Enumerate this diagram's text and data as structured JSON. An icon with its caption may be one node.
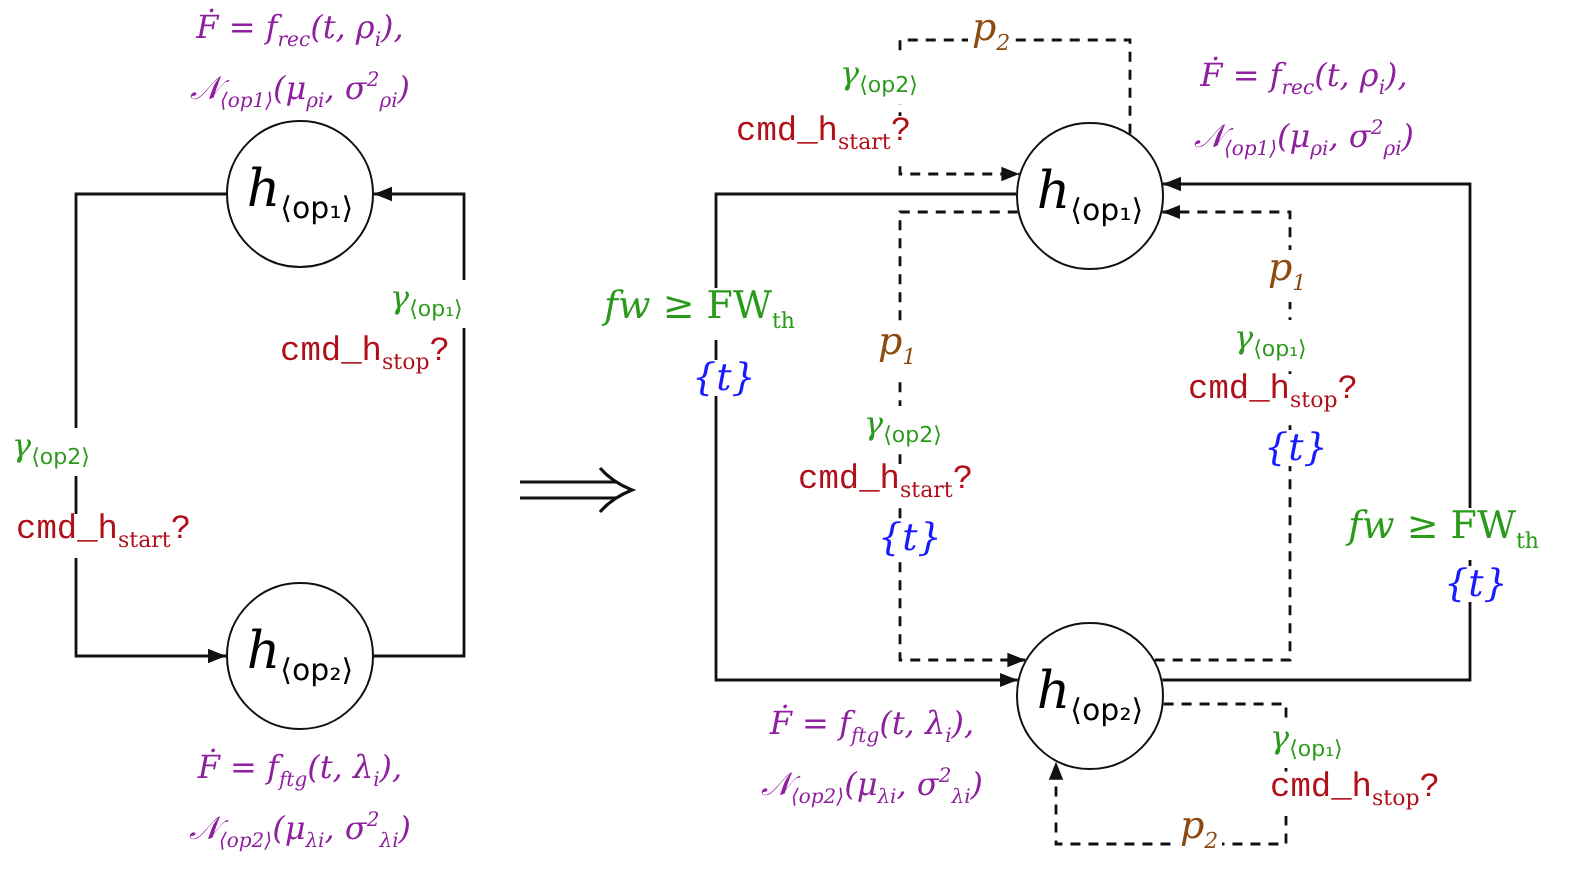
{
  "diagram": {
    "nodes": [
      {
        "text": [
          "*h*$_{⟨op₁⟩}$"
        ],
        "beside": [
          "Ḟ = f$_{rec}$(t, ρ$_{i}$), 𝒩$_{⟨op1⟩}$(μ$_{ρi}$, σ$^{2}$$_{ρi}$)"
        ]
      },
      {
        "text": [
          "*h*$_{⟨op₂⟩}$"
        ],
        "beside": [
          "Ḟ = f$_{ftg}$(t, λ$_{i}$), 𝒩$_{⟨op2⟩}$(μ$_{λi}$, σ$^{2}$$_{λi}$)"
        ]
      },
      {
        "text": [
          "*h*$_{⟨op₁⟩}$"
        ],
        "beside": [
          "Ḟ = f$_{rec}$(t, ρ$_{i}$), 𝒩$_{⟨op1⟩}$(μ$_{ρi}$, σ$^{2}$$_{ρi}$)"
        ]
      },
      {
        "text": [
          "*h*$_{⟨op₂⟩}$"
        ],
        "beside": [
          "Ḟ = f$_{ftg}$(t, λ$_{i}$), 𝒩$_{⟨op2⟩}$(μ$_{λi}$, σ$^{2}$$_{λi}$)"
        ]
      }
    ],
    "edges": [
      {
        "from": 1,
        "to": 0,
        "arrow": "to",
        "label": "cmd_h$_{stop}$?"
      },
      {
        "from": 0,
        "to": 1,
        "arrow": "to",
        "label": "cmd_h$_{start}$?"
      },
      {
        "from": 2,
        "to": 3,
        "arrow": "to",
        "label": "*fw* ≥ FW$_{th}$"
      },
      {
        "from": 3,
        "to": 2,
        "arrow": "to",
        "label": "*fw* ≥ FW$_{th}$"
      },
      {
        "from": 2,
        "to": 2,
        "arrow": "to",
        "label": "p$_{2}$",
        "style": "dashed"
      },
      {
        "from": 2,
        "to": 3,
        "arrow": "to",
        "label": "p$_{1}$",
        "style": "dashed"
      },
      {
        "from": 3,
        "to": 2,
        "arrow": "to",
        "label": "p$_{1}$",
        "style": "dashed"
      },
      {
        "from": 3,
        "to": 3,
        "arrow": "to",
        "label": "p$_{2}$",
        "style": "dashed"
      }
    ],
    "labels": [
      "γ$_{⟨op₁⟩}$",
      "γ$_{⟨op2⟩}$",
      "γ$_{⟨op2⟩}$",
      "cmd_h$_{start}$?",
      "{t}",
      "γ$_{⟨op2⟩}$",
      "cmd_h$_{start}$?",
      "{t}",
      "γ$_{⟨op₁⟩}$",
      "cmd_h$_{stop}$?",
      "{t}",
      "{t}",
      "γ$_{⟨op₁⟩}$",
      "cmd_h$_{stop}$?"
    ]
  }
}
